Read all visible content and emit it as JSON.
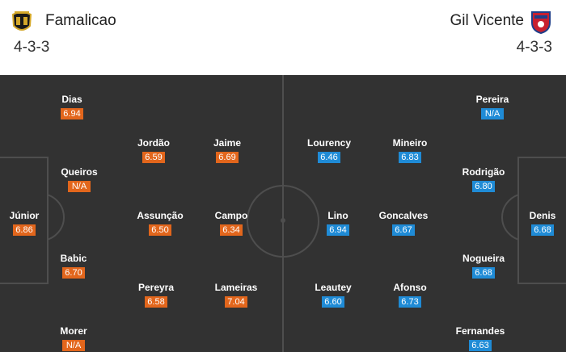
{
  "home": {
    "name": "Famalicao",
    "formation": "4-3-3",
    "color": "#e2661c",
    "players": [
      {
        "name": "Dias",
        "rating": "6.94"
      },
      {
        "name": "Queiros",
        "rating": "N/A"
      },
      {
        "name": "Júnior",
        "rating": "6.86"
      },
      {
        "name": "Babic",
        "rating": "6.70"
      },
      {
        "name": "Morer",
        "rating": "N/A"
      },
      {
        "name": "Jordão",
        "rating": "6.59"
      },
      {
        "name": "Assunção",
        "rating": "6.50"
      },
      {
        "name": "Pereyra",
        "rating": "6.58"
      },
      {
        "name": "Jaime",
        "rating": "6.69"
      },
      {
        "name": "Campo",
        "rating": "6.34"
      },
      {
        "name": "Lameiras",
        "rating": "7.04"
      }
    ]
  },
  "away": {
    "name": "Gil Vicente",
    "formation": "4-3-3",
    "color": "#1f8bd6",
    "players": [
      {
        "name": "Lourency",
        "rating": "6.46"
      },
      {
        "name": "Lino",
        "rating": "6.94"
      },
      {
        "name": "Leautey",
        "rating": "6.60"
      },
      {
        "name": "Mineiro",
        "rating": "6.83"
      },
      {
        "name": "Goncalves",
        "rating": "6.67"
      },
      {
        "name": "Afonso",
        "rating": "6.73"
      },
      {
        "name": "Pereira",
        "rating": "N/A"
      },
      {
        "name": "Rodrigão",
        "rating": "6.80"
      },
      {
        "name": "Denis",
        "rating": "6.68"
      },
      {
        "name": "Nogueira",
        "rating": "6.68"
      },
      {
        "name": "Fernandes",
        "rating": "6.63"
      }
    ]
  }
}
